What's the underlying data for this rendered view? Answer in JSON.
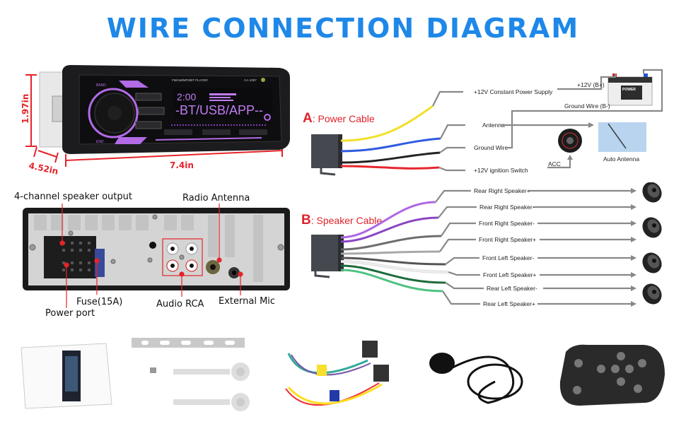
{
  "title": "WIRE CONNECTION DIAGRAM",
  "colors": {
    "title": "#1e88e8",
    "dimension": "#e5242a",
    "cable_title": "#e0222b",
    "leader_line": "#888888",
    "radio_accent": "#b36be6"
  },
  "head_unit": {
    "brand_line": "FM/AM/MP3/BT PLAYER",
    "model": "CA-1087",
    "display_time": "2:00",
    "display_text": "-BT/USB/APP--",
    "dimensions": {
      "height": "1.97in",
      "depth": "4.52in",
      "width": "7.4in"
    }
  },
  "rear_panel": {
    "labels": {
      "speaker_output": "4-channel speaker output",
      "radio_antenna": "Radio Antenna",
      "fuse": "Fuse(15A)",
      "power_port": "Power port",
      "audio_rca": "Audio RCA",
      "external_mic": "External Mic"
    }
  },
  "power_cable": {
    "letter": "A",
    "title": ": Power Cable",
    "wires": [
      {
        "color": "#f2e02a",
        "label": "+12V Constant Power Supply"
      },
      {
        "color": "#2f5be0",
        "label": "Antenna"
      },
      {
        "color": "#222222",
        "label": "Ground Wire"
      },
      {
        "color": "#e8262e",
        "label": "+12V ignition Switch"
      }
    ],
    "battery_positive": "+12V (B+)",
    "battery_ground": "Ground Wire (B-)",
    "acc": "ACC",
    "auto_antenna": "Auto Antenna",
    "battery_label": "POWER"
  },
  "speaker_cable": {
    "letter": "B",
    "title": ": Speaker Cable",
    "wires": [
      {
        "color": "#b066e0",
        "label": "Rear Right Speaker+"
      },
      {
        "color": "#8a45c4",
        "label": "Rear Right Speaker-"
      },
      {
        "color": "#6e6e6e",
        "label": "Front Right Speaker-"
      },
      {
        "color": "#a8a8a8",
        "label": "Front Right Speaker+"
      },
      {
        "color": "#555555",
        "label": "Front Left Speaker-"
      },
      {
        "color": "#ededed",
        "label": "Front Left Speaker+"
      },
      {
        "color": "#1e6b3c",
        "label": "Rear Left Speaker-"
      },
      {
        "color": "#4fc283",
        "label": "Rear Left Speaker+"
      }
    ]
  },
  "accessories": [
    {
      "name": "user-manual"
    },
    {
      "name": "mounting-bracket-and-keys"
    },
    {
      "name": "wiring-harness"
    },
    {
      "name": "external-microphone"
    },
    {
      "name": "remote-control"
    }
  ]
}
